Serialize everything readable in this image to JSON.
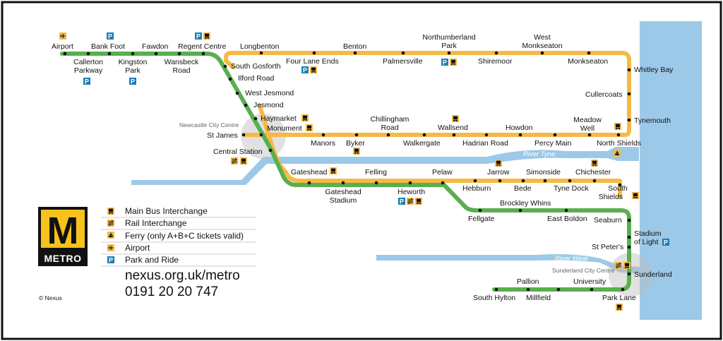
{
  "colors": {
    "green_line": "#5aae4f",
    "yellow_line": "#f5b944",
    "water": "#9cc9e8",
    "icon_yellow": "#f5b944",
    "icon_blue": "#1b7fb5",
    "logo_yellow": "#f7c21d",
    "city_circle": "#bdbdbd"
  },
  "stations": [
    {
      "id": "airport",
      "label": "Airport"
    },
    {
      "id": "bankfoot",
      "label": "Bank Foot"
    },
    {
      "id": "fawdon",
      "label": "Fawdon"
    },
    {
      "id": "regentcentre",
      "label": "Regent Centre"
    },
    {
      "id": "callerton",
      "label": "Callerton Parkway"
    },
    {
      "id": "kingston",
      "label": "Kingston Park"
    },
    {
      "id": "wansbeck",
      "label": "Wansbeck Road"
    },
    {
      "id": "southgosforth",
      "label": "South Gosforth"
    },
    {
      "id": "longbenton",
      "label": "Longbenton"
    },
    {
      "id": "fourlane",
      "label": "Four Lane Ends"
    },
    {
      "id": "benton",
      "label": "Benton"
    },
    {
      "id": "palmersville",
      "label": "Palmersville"
    },
    {
      "id": "northumberland",
      "label": "Northumberland Park"
    },
    {
      "id": "shiremoor",
      "label": "Shiremoor"
    },
    {
      "id": "westmonk",
      "label": "West Monkseaton"
    },
    {
      "id": "monkseaton",
      "label": "Monkseaton"
    },
    {
      "id": "whitleybay",
      "label": "Whitley Bay"
    },
    {
      "id": "cullercoats",
      "label": "Cullercoats"
    },
    {
      "id": "tynemouth",
      "label": "Tynemouth"
    },
    {
      "id": "northshields",
      "label": "North Shields"
    },
    {
      "id": "meadowwell",
      "label": "Meadow Well"
    },
    {
      "id": "percymain",
      "label": "Percy Main"
    },
    {
      "id": "howdon",
      "label": "Howdon"
    },
    {
      "id": "hadrian",
      "label": "Hadrian Road"
    },
    {
      "id": "wallsend",
      "label": "Wallsend"
    },
    {
      "id": "walkergate",
      "label": "Walkergate"
    },
    {
      "id": "chillingham",
      "label": "Chillingham Road"
    },
    {
      "id": "byker",
      "label": "Byker"
    },
    {
      "id": "manors",
      "label": "Manors"
    },
    {
      "id": "ilford",
      "label": "Ilford Road"
    },
    {
      "id": "westjesmond",
      "label": "West Jesmond"
    },
    {
      "id": "jesmond",
      "label": "Jesmond"
    },
    {
      "id": "haymarket",
      "label": "Haymarket"
    },
    {
      "id": "monument",
      "label": "Monument"
    },
    {
      "id": "stjames",
      "label": "St James"
    },
    {
      "id": "central",
      "label": "Central Station"
    },
    {
      "id": "gateshead",
      "label": "Gateshead"
    },
    {
      "id": "gatesheadstadium",
      "label": "Gateshead Stadium"
    },
    {
      "id": "felling",
      "label": "Felling"
    },
    {
      "id": "heworth",
      "label": "Heworth"
    },
    {
      "id": "pelaw",
      "label": "Pelaw"
    },
    {
      "id": "hebburn",
      "label": "Hebburn"
    },
    {
      "id": "jarrow",
      "label": "Jarrow"
    },
    {
      "id": "bede",
      "label": "Bede"
    },
    {
      "id": "simonside",
      "label": "Simonside"
    },
    {
      "id": "tynedock",
      "label": "Tyne Dock"
    },
    {
      "id": "chichester",
      "label": "Chichester"
    },
    {
      "id": "southshields",
      "label": "South Shields"
    },
    {
      "id": "fellgate",
      "label": "Fellgate"
    },
    {
      "id": "brockley",
      "label": "Brockley Whins"
    },
    {
      "id": "eastboldon",
      "label": "East Boldon"
    },
    {
      "id": "seaburn",
      "label": "Seaburn"
    },
    {
      "id": "stadiumoflight",
      "label": "Stadium of Light"
    },
    {
      "id": "stpeters",
      "label": "St Peter's"
    },
    {
      "id": "sunderland",
      "label": "Sunderland"
    },
    {
      "id": "parklane",
      "label": "Park Lane"
    },
    {
      "id": "university",
      "label": "University"
    },
    {
      "id": "millfield",
      "label": "Millfield"
    },
    {
      "id": "pallion",
      "label": "Pallion"
    },
    {
      "id": "southhylton",
      "label": "South Hylton"
    }
  ],
  "areas": {
    "newcastle": "Newcastle City Centre",
    "sunderland": "Sunderland City Centre"
  },
  "rivers": {
    "tyne": "River Tyne",
    "wear": "River Wear"
  },
  "legend": {
    "bus": "Main Bus Interchange",
    "rail": "Rail Interchange",
    "ferry": "Ferry (only A+B+C tickets valid)",
    "airport": "Airport",
    "park": "Park and Ride"
  },
  "logo": {
    "letter": "M",
    "word": "METRO"
  },
  "contact": {
    "url": "nexus.org.uk/metro",
    "phone": "0191 20 20 747"
  },
  "copyright": "© Nexus"
}
